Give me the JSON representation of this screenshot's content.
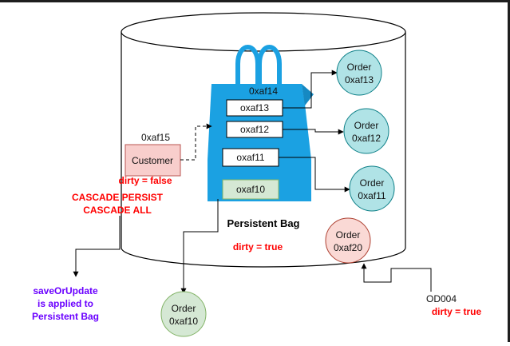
{
  "bag": {
    "id_label": "0xaf14",
    "slots": [
      "oxaf13",
      "oxaf12",
      "oxaf11",
      "oxaf10"
    ],
    "title": "Persistent Bag",
    "dirty": "dirty = true"
  },
  "customer": {
    "id_label": "0xaf15",
    "label": "Customer",
    "dirty": "dirty = false",
    "cascade_lines": [
      "CASCADE PERSIST",
      "CASCADE ALL"
    ]
  },
  "orders": [
    {
      "line1": "Order",
      "line2": "0xaf13"
    },
    {
      "line1": "Order",
      "line2": "0xaf12"
    },
    {
      "line1": "Order",
      "line2": "0xaf11"
    },
    {
      "line1": "Order",
      "line2": "0xaf20"
    },
    {
      "line1": "Order",
      "line2": "0xaf10"
    }
  ],
  "od004": {
    "label": "OD004",
    "dirty": "dirty = true"
  },
  "note_lines": [
    "saveOrUpdate",
    "is applied to",
    "Persistent Bag"
  ],
  "colors": {
    "bag_blue": "#1ba1e2",
    "order_teal": "#b0e3e6",
    "order_teal_stroke": "#0e8088",
    "order_red": "#fad9d5",
    "order_red_stroke": "#ae4132",
    "order_green": "#d5e8d4",
    "order_green_stroke": "#82b366",
    "customer_fill": "#f8cecc",
    "customer_stroke": "#b85450",
    "red_text": "#ff0000",
    "purple_text": "#6a00ff"
  }
}
